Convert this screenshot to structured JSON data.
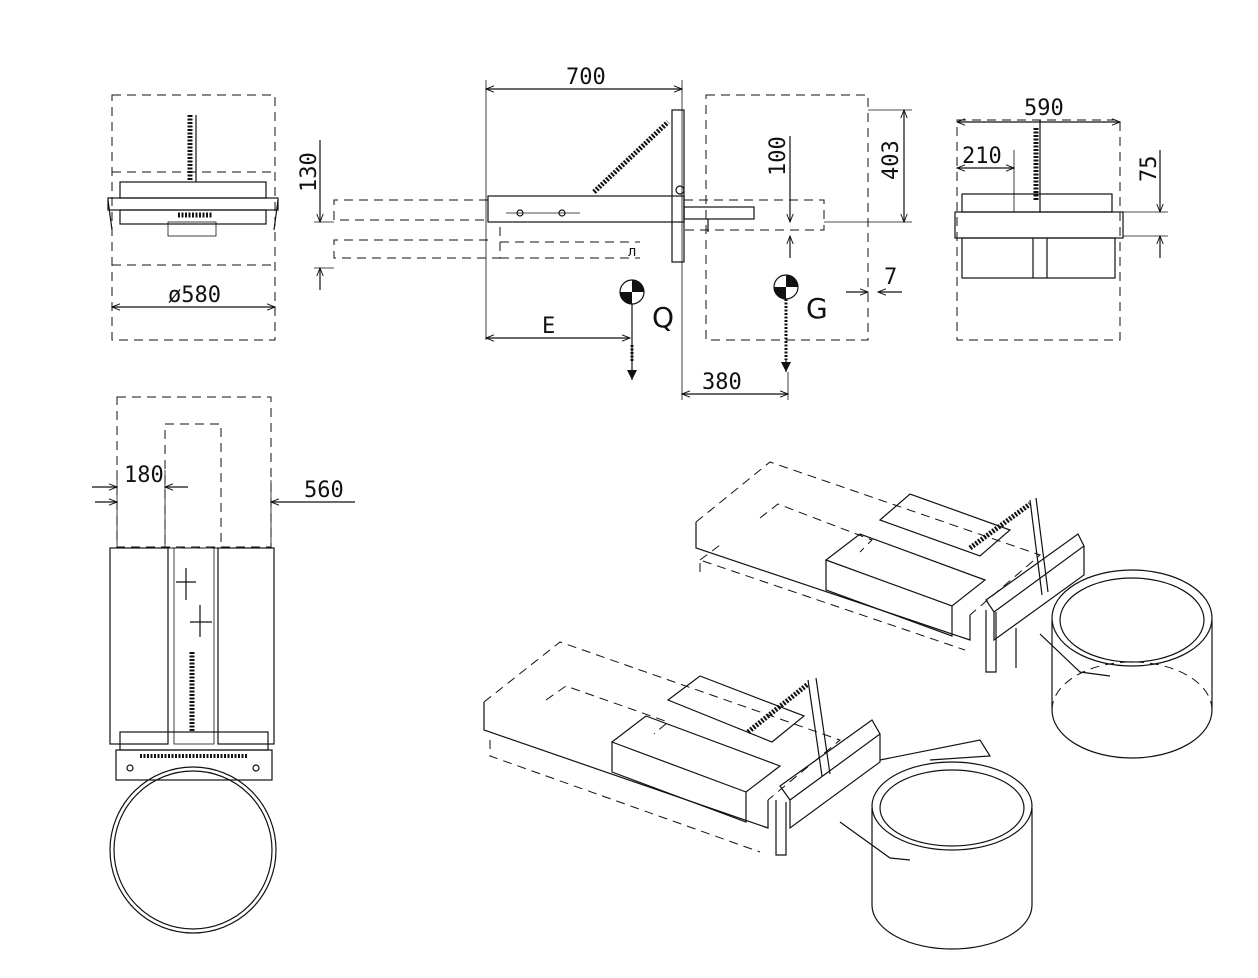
{
  "dimensions": {
    "d580": "ø580",
    "d130": "130",
    "d700": "700",
    "d100": "100",
    "d403": "403",
    "d590": "590",
    "d210": "210",
    "d75": "75",
    "d7": "7",
    "d380": "380",
    "d180": "180",
    "d560": "560"
  },
  "labels": {
    "e": "E",
    "q": "Q",
    "g": "G"
  }
}
